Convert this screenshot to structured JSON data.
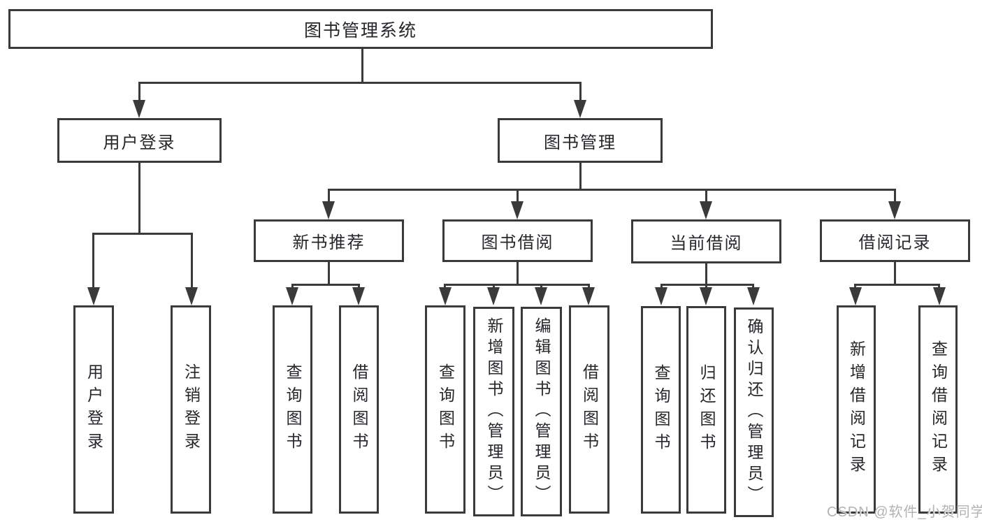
{
  "nodes": {
    "root": "图书管理系统",
    "user_login": "用户登录",
    "book_mgmt": "图书管理",
    "new_book_rec": "新书推荐",
    "book_borrow": "图书借阅",
    "current_borrow": "当前借阅",
    "borrow_record": "借阅记录",
    "ul_user_login": "用户登录",
    "ul_logout": "注销登录",
    "nbr_query_book": "查询图书",
    "nbr_borrow_book": "借阅图书",
    "bb_query_book": "查询图书",
    "bb_add_book": "新增图书（管理员）",
    "bb_edit_book": "编辑图书（管理员）",
    "bb_borrow_book": "借阅图书",
    "cb_query_book": "查询图书",
    "cb_return_book": "归还图书",
    "cb_confirm_return": "确认归还（管理员）",
    "br_add_record": "新增借阅记录",
    "br_query_record": "查询借阅记录"
  },
  "watermark": "CSDN @软件_小贺同学",
  "colors": {
    "line": "#3a3a3a",
    "text": "#26262b",
    "watermark": "#b3b3b3",
    "background": "#ffffff"
  }
}
